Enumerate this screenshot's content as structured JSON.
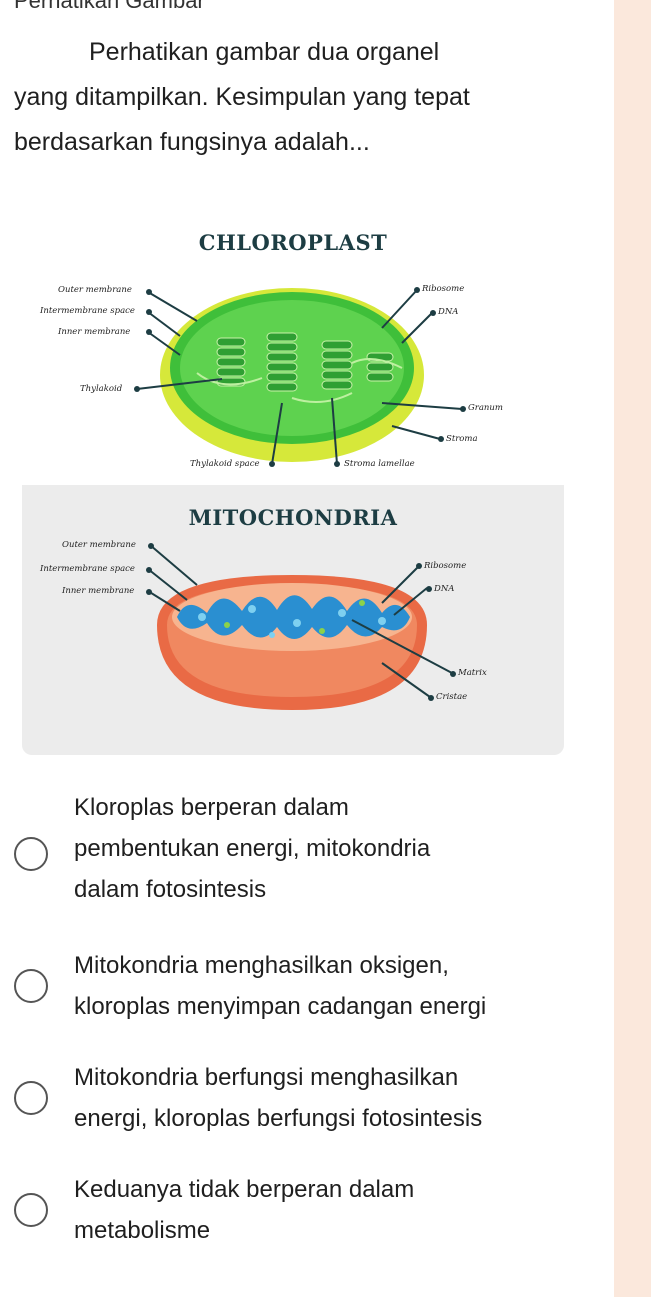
{
  "header": {
    "title_partial": "Perhatikan Gambar"
  },
  "question": {
    "lines": [
      "Perhatikan gambar dua organel",
      "yang ditampilkan. Kesimpulan yang tepat",
      "berdasarkan fungsinya adalah..."
    ]
  },
  "figure": {
    "chloroplast": {
      "title": "CHLOROPLAST",
      "labels": {
        "outer_membrane": "Outer membrane",
        "intermembrane_space": "Intermembrane space",
        "inner_membrane": "Inner membrane",
        "thylakoid": "Thylakoid",
        "thylakoid_space": "Thylakoid space",
        "stroma_lamellae": "Stroma lamellae",
        "ribosome": "Ribosome",
        "dna": "DNA",
        "granum": "Granum",
        "stroma": "Stroma"
      }
    },
    "mitochondria": {
      "title": "MITOCHONDRIA",
      "labels": {
        "outer_membrane": "Outer membrane",
        "intermembrane_space": "Intermembrane space",
        "inner_membrane": "Inner membrane",
        "ribosome": "Ribosome",
        "dna": "DNA",
        "matrix": "Matrix",
        "cristae": "Cristae"
      }
    }
  },
  "options": [
    {
      "lines": [
        "Kloroplas berperan dalam",
        "pembentukan energi, mitokondria",
        "dalam fotosintesis"
      ]
    },
    {
      "lines": [
        "Mitokondria menghasilkan oksigen,",
        "kloroplas menyimpan cadangan energi"
      ]
    },
    {
      "lines": [
        "Mitokondria berfungsi menghasilkan",
        "energi, kloroplas berfungsi fotosintesis"
      ]
    },
    {
      "lines": [
        "Keduanya tidak berperan dalam",
        "metabolisme"
      ]
    }
  ],
  "colors": {
    "side_strip": "#fbe8dc",
    "chloroplast_green": "#3fbf3a",
    "chloroplast_outer": "#d6e83a",
    "mito_outer": "#e96a45",
    "mito_matrix": "#2a8fd1"
  }
}
